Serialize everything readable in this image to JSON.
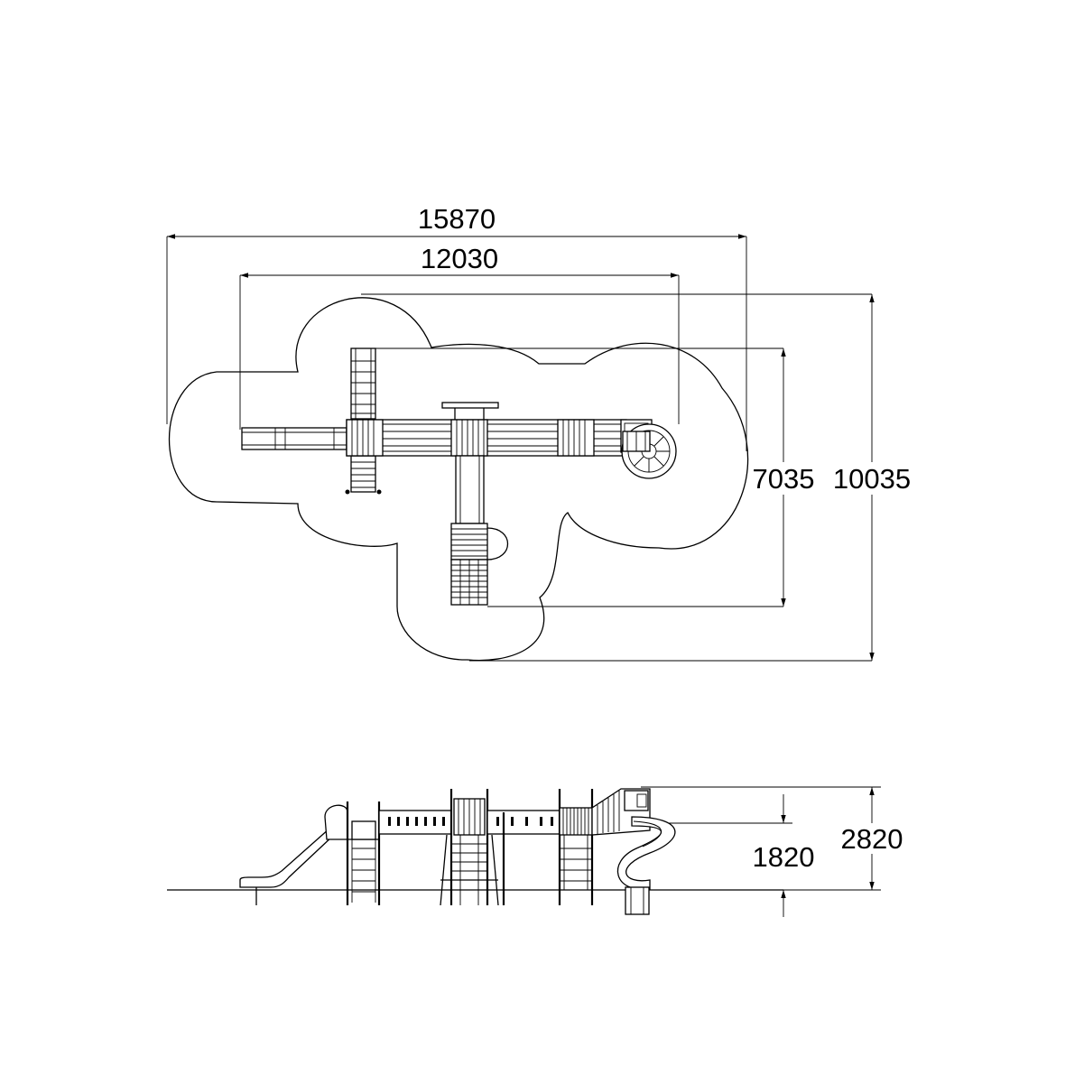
{
  "dimensions": {
    "plan_overall_width": "15870",
    "plan_structure_width": "12030",
    "plan_structure_depth": "7035",
    "plan_overall_depth": "10035",
    "elevation_platform_height": "1820",
    "elevation_total_height": "2820"
  }
}
